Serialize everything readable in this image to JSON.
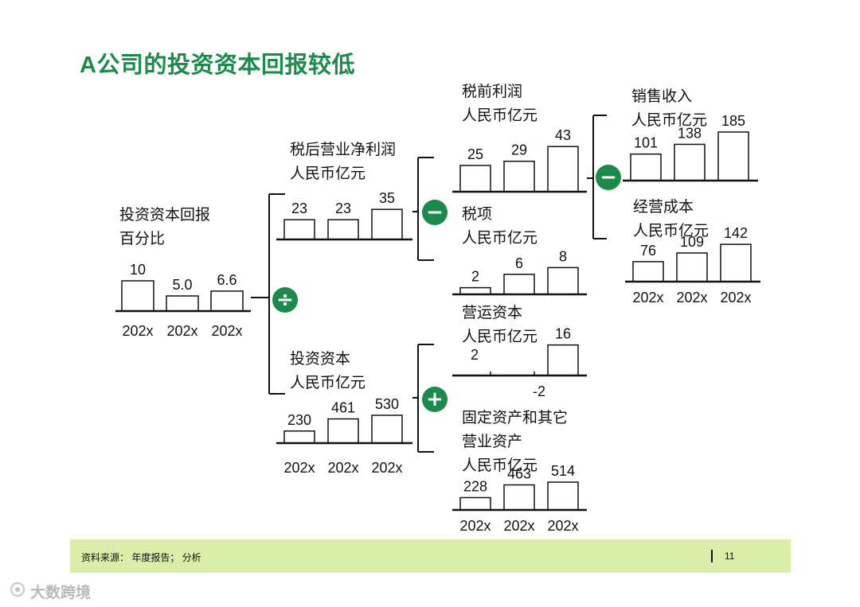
{
  "title": "A公司的投资资本回报较低",
  "colors": {
    "accent": "#1b8a4a",
    "footer_bg": "#dcedaa",
    "bar_stroke": "#111111"
  },
  "operators": [
    {
      "symbol": "÷",
      "icon": "divide-icon"
    },
    {
      "symbol": "−",
      "icon": "minus-icon"
    },
    {
      "symbol": "−",
      "icon": "minus-icon"
    },
    {
      "symbol": "+",
      "icon": "plus-icon"
    }
  ],
  "chart_data": [
    {
      "type": "bar",
      "title": "投资资本回报",
      "unit": "百分比",
      "categories": [
        "202x",
        "202x",
        "202x"
      ],
      "values": [
        10,
        5.0,
        6.6
      ],
      "value_labels": [
        "10",
        "5.0",
        "6.6"
      ]
    },
    {
      "type": "bar",
      "title": "税后营业净利润",
      "unit": "人民币亿元",
      "values": [
        23,
        23,
        35
      ],
      "value_labels": [
        "23",
        "23",
        "35"
      ]
    },
    {
      "type": "bar",
      "title": "投资资本",
      "unit": "人民币亿元",
      "categories": [
        "202x",
        "202x",
        "202x"
      ],
      "values": [
        230,
        461,
        530
      ],
      "value_labels": [
        "230",
        "461",
        "530"
      ]
    },
    {
      "type": "bar",
      "title": "税前利润",
      "unit": "人民币亿元",
      "values": [
        25,
        29,
        43
      ],
      "value_labels": [
        "25",
        "29",
        "43"
      ]
    },
    {
      "type": "bar",
      "title": "税项",
      "unit": "人民币亿元",
      "values": [
        2,
        6,
        8
      ],
      "value_labels": [
        "2",
        "6",
        "8"
      ]
    },
    {
      "type": "bar",
      "title": "营运资本",
      "unit": "人民币亿元",
      "values": [
        2,
        -2,
        16
      ],
      "value_labels": [
        "2",
        "-2",
        "16"
      ]
    },
    {
      "type": "bar",
      "title": "固定资产和其它营业资产",
      "unit": "人民币亿元",
      "categories": [
        "202x",
        "202x",
        "202x"
      ],
      "values": [
        228,
        463,
        514
      ],
      "value_labels": [
        "228",
        "463",
        "514"
      ]
    },
    {
      "type": "bar",
      "title": "销售收入",
      "unit": "人民币亿元",
      "values": [
        101,
        138,
        185
      ],
      "value_labels": [
        "101",
        "138",
        "185"
      ]
    },
    {
      "type": "bar",
      "title": "经营成本",
      "unit": "人民币亿元",
      "categories": [
        "202x",
        "202x",
        "202x"
      ],
      "values": [
        76,
        109,
        142
      ],
      "value_labels": [
        "76",
        "109",
        "142"
      ]
    }
  ],
  "footer": {
    "source": "资料来源：  年度报告；  分析",
    "page": "11"
  },
  "watermark": "大数跨境"
}
